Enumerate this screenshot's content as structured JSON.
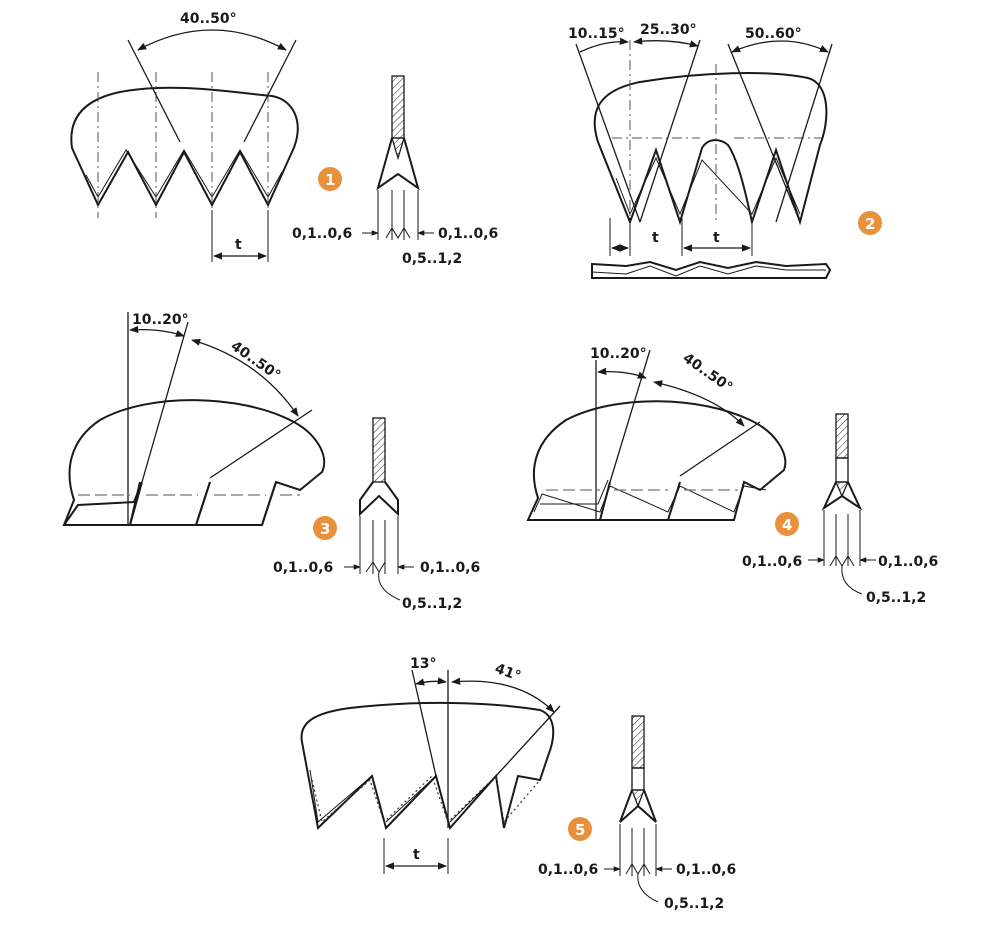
{
  "accent_color": "#E8913A",
  "figures": [
    {
      "number": "1",
      "angle_labels": [
        "40..50°"
      ],
      "pitch_label": "t",
      "set_labels": {
        "left": "0,1..0,6",
        "right": "0,1..0,6",
        "bottom": "0,5..1,2"
      }
    },
    {
      "number": "2",
      "angle_labels": [
        "10..15°",
        "25..30°",
        "50..60°"
      ],
      "pitch_labels": [
        "t",
        "t"
      ]
    },
    {
      "number": "3",
      "angle_labels": [
        "10..20°",
        "40..50°"
      ],
      "set_labels": {
        "left": "0,1..0,6",
        "right": "0,1..0,6",
        "bottom": "0,5..1,2"
      }
    },
    {
      "number": "4",
      "angle_labels": [
        "10..20°",
        "40..50°"
      ],
      "set_labels": {
        "left": "0,1..0,6",
        "right": "0,1..0,6",
        "bottom": "0,5..1,2"
      }
    },
    {
      "number": "5",
      "angle_labels": [
        "13°",
        "41°"
      ],
      "pitch_label": "t",
      "set_labels": {
        "left": "0,1..0,6",
        "right": "0,1..0,6",
        "bottom": "0,5..1,2"
      }
    }
  ]
}
